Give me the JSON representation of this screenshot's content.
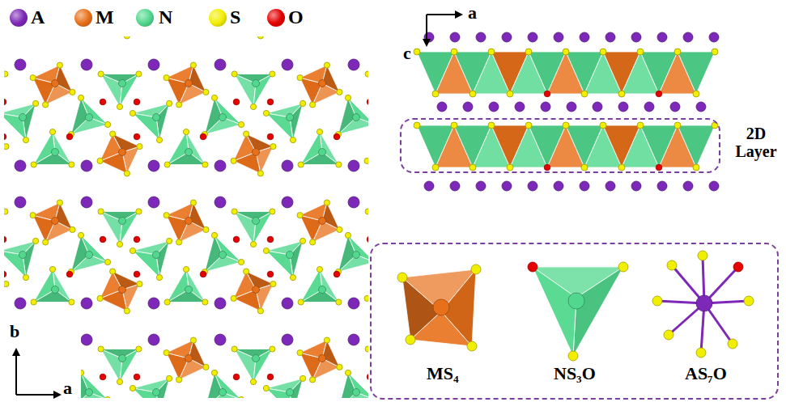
{
  "diagram": {
    "nodes": [
      {
        "text": [
          "2D Layer"
        ]
      },
      {
        "text": [
          "MS₄",
          "NS₃O",
          "AS₇O"
        ]
      }
    ],
    "labels": [
      "b",
      "a",
      "a",
      "c"
    ],
    "legend": [
      {
        "text": "A",
        "color": "#7d28b8"
      },
      {
        "text": "M",
        "color": "#e8701a"
      },
      {
        "text": "N",
        "color": "#52d88e"
      },
      {
        "text": "S",
        "color": "#f2ee00"
      },
      {
        "text": "O",
        "color": "#e60000"
      }
    ]
  }
}
